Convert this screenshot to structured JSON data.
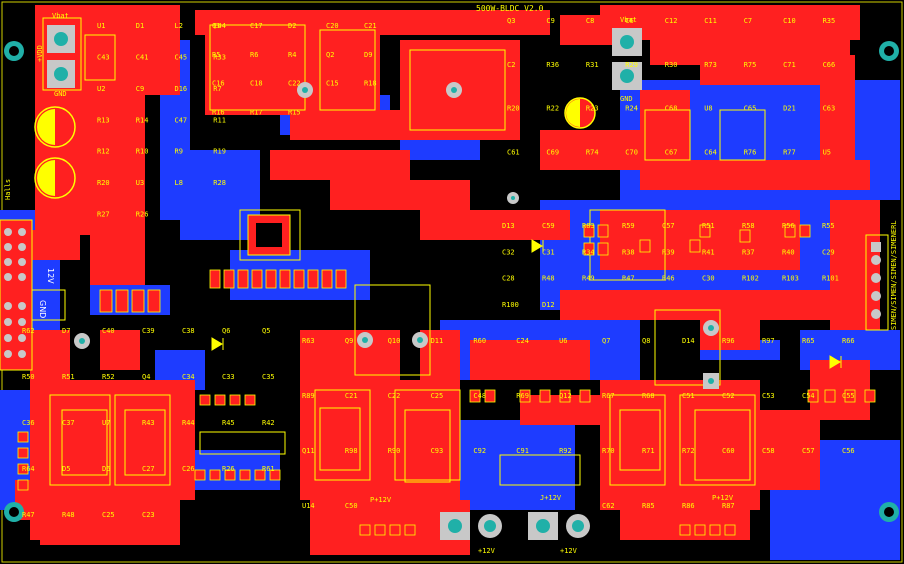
{
  "board": {
    "title": "500W-BLDC V2.0",
    "colors": {
      "background": "#000000",
      "top_copper": "#ff2020",
      "bottom_copper": "#1e3cff",
      "silkscreen": "#ffff00",
      "pad": "#c0c0c0",
      "hole": "#20b0a8"
    }
  },
  "connectors": {
    "vbat": "Vbat",
    "gnd_left": "GND",
    "gnd_top_right": "GND",
    "vdd_plus": "+VDD",
    "halls": "Halls",
    "v12": "12V",
    "gnd_vertical": "GND",
    "p12v_1": "+12V",
    "p12v_2": "+12V",
    "p12v_top1": "P+12V",
    "p12v_top2": "J+12V",
    "p12v_top3": "P+12V",
    "right_header": "SIMEN/SIMEN/SIMEN/SIMENERL"
  },
  "refdes": {
    "top_left": [
      "U1",
      "D1",
      "L2",
      "C44",
      "C43",
      "C41",
      "C45",
      "R33",
      "U2",
      "C9",
      "D16",
      "R7",
      "R13",
      "R14",
      "C47",
      "R11",
      "R12",
      "R10",
      "R9",
      "R19",
      "R20",
      "U3",
      "L8",
      "R28",
      "R27",
      "R26"
    ],
    "top_mid": [
      "Q1",
      "C17",
      "D2",
      "C20",
      "C21",
      "R5",
      "R6",
      "R4",
      "Q2",
      "D9",
      "C16",
      "C18",
      "C22",
      "C15",
      "R18",
      "R16",
      "R17",
      "R15"
    ],
    "top_right": [
      "Q3",
      "C9",
      "C8",
      "C6",
      "C12",
      "C11",
      "C7",
      "C10",
      "R35",
      "C2",
      "R36",
      "R31",
      "R29",
      "R30",
      "R73",
      "R75",
      "C71",
      "C66",
      "R20",
      "R22",
      "R23",
      "R24",
      "C68",
      "U8",
      "C65",
      "D21",
      "C63",
      "C61",
      "C69",
      "R74",
      "C70",
      "C67",
      "C64",
      "R76",
      "R77",
      "U5"
    ],
    "mid": [
      "D13",
      "C59",
      "R83",
      "R59",
      "C57",
      "R51",
      "R58",
      "R56",
      "R55",
      "C32",
      "C31",
      "R34",
      "R38",
      "R39",
      "R41",
      "R37",
      "R40",
      "C29",
      "C28",
      "R48",
      "R49",
      "R47",
      "R46",
      "C30",
      "R102",
      "R103",
      "R101",
      "R100",
      "D12"
    ],
    "low_left": [
      "R62",
      "D7",
      "C40",
      "C39",
      "C38",
      "Q6",
      "Q5",
      "R50",
      "R51",
      "R52",
      "Q4",
      "C34",
      "C33",
      "C35",
      "C36",
      "C37",
      "U7",
      "R43",
      "R44",
      "R45",
      "R42",
      "R64",
      "D5",
      "D6",
      "C27",
      "C26",
      "R26",
      "R61",
      "R47",
      "R48",
      "C25",
      "C23"
    ],
    "low_mid": [
      "R63",
      "Q9",
      "Q10",
      "D11",
      "R60",
      "C24",
      "U6",
      "R89",
      "C21",
      "C22",
      "C25",
      "C48",
      "R69",
      "Q12",
      "Q11",
      "R98",
      "R90",
      "C93",
      "C92",
      "C91",
      "R92",
      "U14",
      "C50"
    ],
    "low_right": [
      "Q7",
      "Q8",
      "D14",
      "R96",
      "R97",
      "R65",
      "R66",
      "R67",
      "R68",
      "C51",
      "C52",
      "C53",
      "C54",
      "C55",
      "R70",
      "R71",
      "R72",
      "C60",
      "C58",
      "C57",
      "C56",
      "C62",
      "R85",
      "R86",
      "R87"
    ]
  }
}
